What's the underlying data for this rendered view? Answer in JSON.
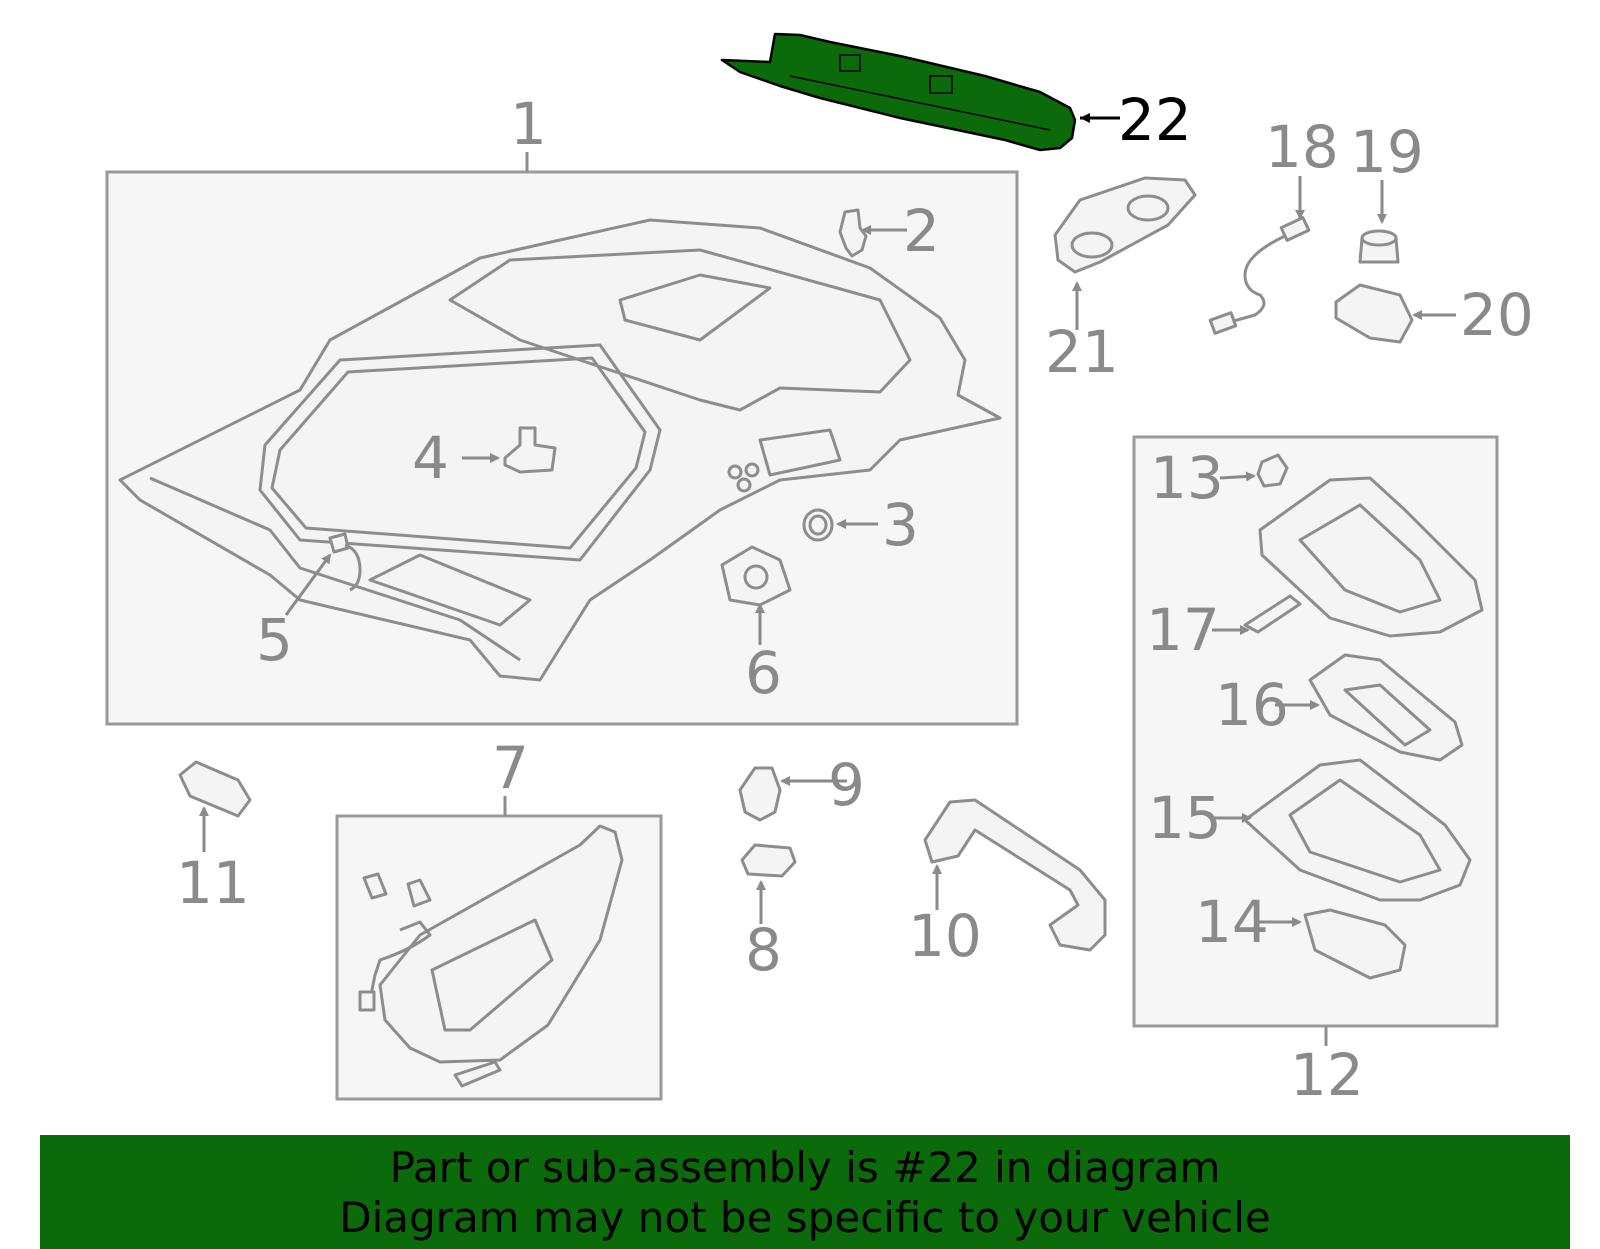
{
  "diagram": {
    "highlight_color": "#0b6b0b",
    "highlighted_part": "22",
    "callouts": [
      "1",
      "2",
      "3",
      "4",
      "5",
      "6",
      "7",
      "8",
      "9",
      "10",
      "11",
      "12",
      "13",
      "14",
      "15",
      "16",
      "17",
      "18",
      "19",
      "20",
      "21",
      "22"
    ]
  },
  "banner": {
    "line1": "Part or sub-assembly is #22 in diagram",
    "line2": "Diagram may not be specific to your vehicle"
  }
}
